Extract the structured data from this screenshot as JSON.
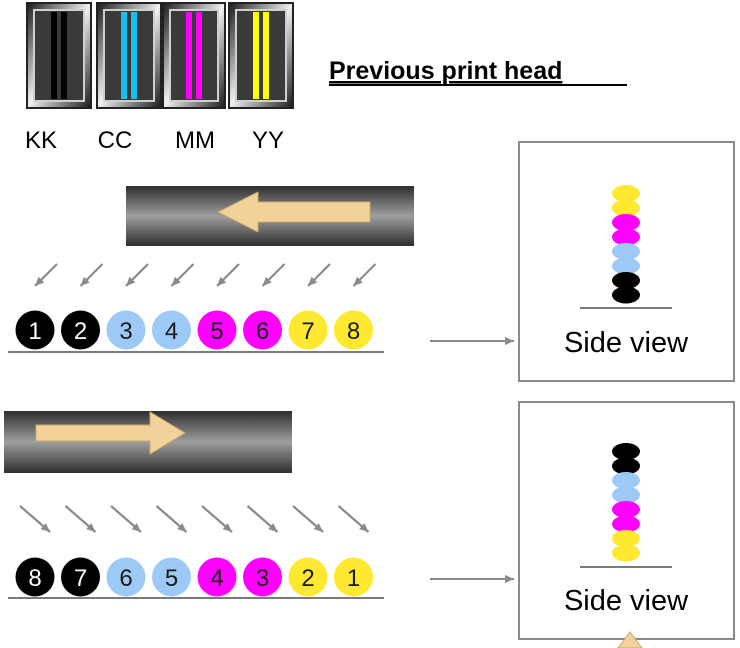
{
  "title": "Previous print head",
  "channels": [
    {
      "label": "KK",
      "color": "#000000"
    },
    {
      "label": "CC",
      "color": "#12c3f0"
    },
    {
      "label": "MM",
      "color": "#ff00ff"
    },
    {
      "label": "YY",
      "color": "#ffff00"
    }
  ],
  "colors": {
    "black": "#000000",
    "cyan_light": "#9cc9f5",
    "magenta": "#ff00ff",
    "yellow": "#ffe930",
    "dot_text_dark": "#ffffff",
    "dot_text_light": "#1a1a1a",
    "arrow_fill": "#f2d29a",
    "bar_dark": "#3f3f3f",
    "bar_light": "#9a9a9a"
  },
  "pass1": {
    "direction": "left",
    "dots": [
      {
        "n": "1",
        "color": "black"
      },
      {
        "n": "2",
        "color": "black"
      },
      {
        "n": "3",
        "color": "cyan_light"
      },
      {
        "n": "4",
        "color": "cyan_light"
      },
      {
        "n": "5",
        "color": "magenta"
      },
      {
        "n": "6",
        "color": "magenta"
      },
      {
        "n": "7",
        "color": "yellow"
      },
      {
        "n": "8",
        "color": "yellow"
      }
    ],
    "side_view_label": "Side view",
    "stack_top_to_bottom": [
      "yellow",
      "yellow",
      "magenta",
      "magenta",
      "cyan_light",
      "cyan_light",
      "black",
      "black"
    ]
  },
  "pass2": {
    "direction": "right",
    "dots": [
      {
        "n": "8",
        "color": "black"
      },
      {
        "n": "7",
        "color": "black"
      },
      {
        "n": "6",
        "color": "cyan_light"
      },
      {
        "n": "5",
        "color": "cyan_light"
      },
      {
        "n": "4",
        "color": "magenta"
      },
      {
        "n": "3",
        "color": "magenta"
      },
      {
        "n": "2",
        "color": "yellow"
      },
      {
        "n": "1",
        "color": "yellow"
      }
    ],
    "side_view_label": "Side view",
    "stack_top_to_bottom": [
      "black",
      "black",
      "cyan_light",
      "cyan_light",
      "magenta",
      "magenta",
      "yellow",
      "yellow"
    ]
  }
}
